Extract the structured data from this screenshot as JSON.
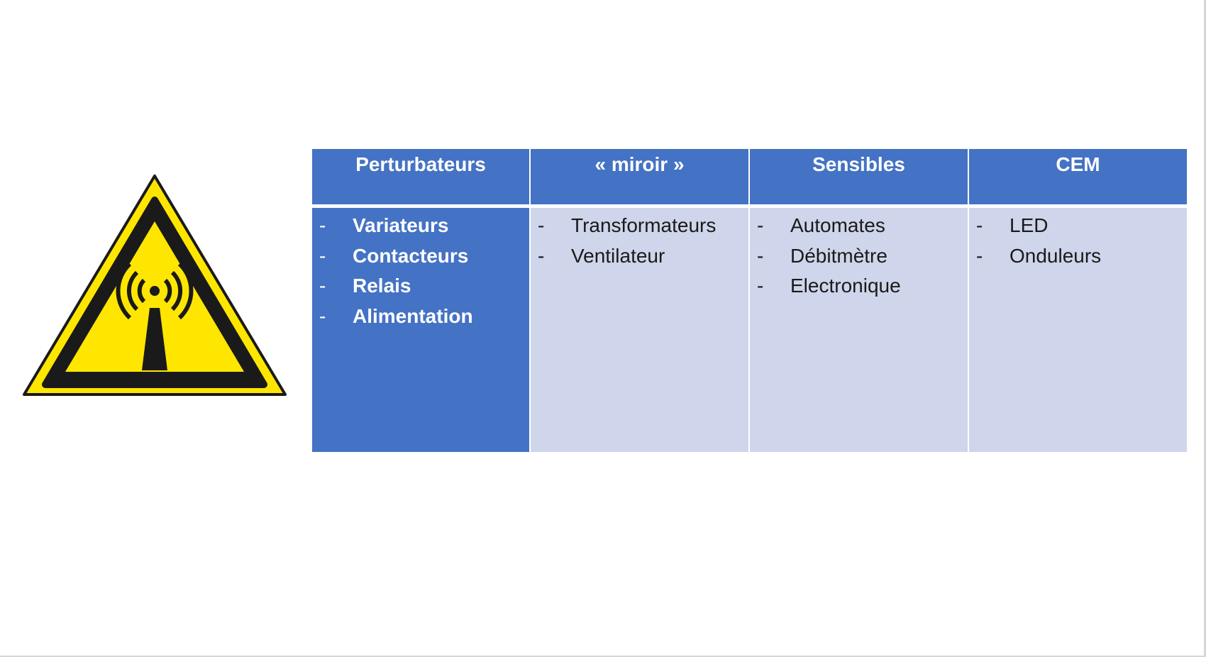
{
  "table": {
    "columns": [
      {
        "header": "Perturbateurs",
        "items": [
          "Variateurs",
          "Contacteurs",
          "Relais",
          "Alimentation"
        ]
      },
      {
        "header": "« miroir »",
        "items": [
          "Transformateurs",
          "Ventilateur"
        ]
      },
      {
        "header": "Sensibles",
        "items": [
          "Automates",
          "Débitmètre",
          "Electronique"
        ]
      },
      {
        "header": "CEM",
        "items": [
          "LED",
          "Onduleurs"
        ]
      }
    ],
    "bullet": "-"
  },
  "sign": {
    "icon": "non-ionizing-radiation-warning-icon",
    "colors": {
      "fill": "#ffe600",
      "stroke": "#1a1a1a"
    }
  },
  "colors": {
    "header_bg": "#4472c4",
    "header_text": "#ffffff",
    "body_bg": "#cfd5ea",
    "body_text": "#1a1a1a"
  }
}
